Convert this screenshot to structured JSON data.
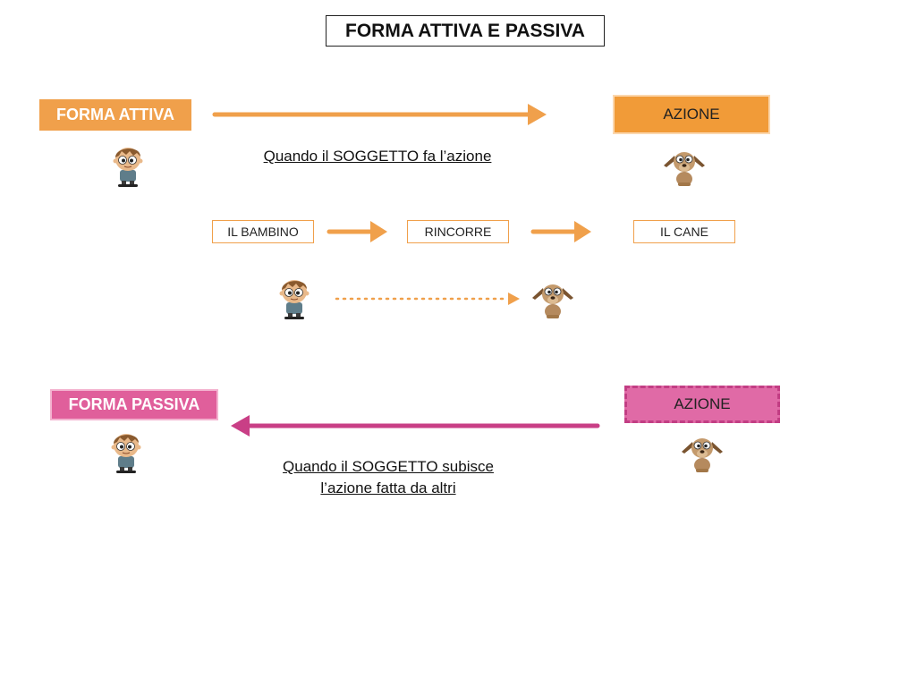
{
  "title": "FORMA ATTIVA E PASSIVA",
  "active": {
    "label": "FORMA ATTIVA",
    "azione": "AZIONE",
    "caption": "Quando il SOGGETTO fa l’azione",
    "example": {
      "subject": "IL BAMBINO",
      "verb": "RINCORRE",
      "object": "IL CANE"
    },
    "figures": [
      "boy-icon",
      "dog-icon",
      "boy-icon",
      "dog-icon"
    ]
  },
  "passive": {
    "label": "FORMA PASSIVA",
    "azione": "AZIONE",
    "caption_line1": "Quando il SOGGETTO subisce",
    "caption_line2": "l’azione fatta da altri",
    "figures": [
      "boy-icon",
      "dog-icon"
    ]
  },
  "colors": {
    "orange": "#f0a04b",
    "pink": "#e05f9b",
    "arrow_pink": "#c93f86"
  }
}
